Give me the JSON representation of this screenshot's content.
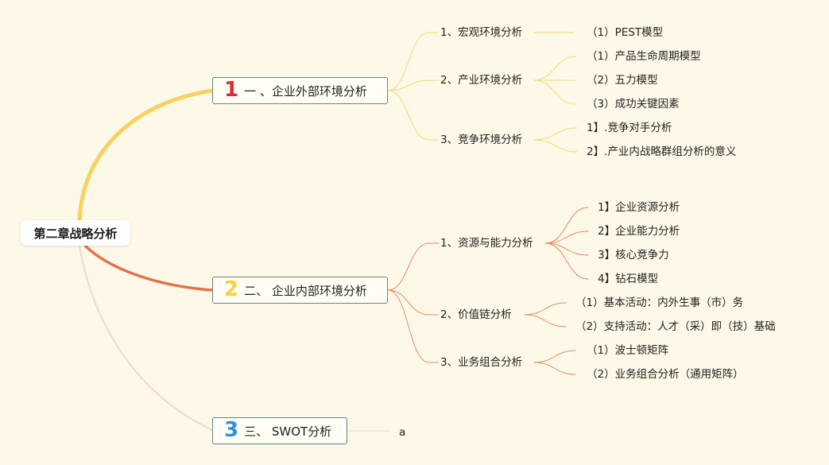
{
  "root": {
    "label": "第二章战略分析"
  },
  "colors": {
    "branch1": "#f7d25e",
    "branch2": "#e2734a",
    "branch3": "#f5d6cf",
    "num1": "#e0283b",
    "num2": "#f5d23c",
    "num3": "#2f8fe0",
    "node_border": "#5f8a7f",
    "background": "#fdf8e7"
  },
  "branches": [
    {
      "number": "1",
      "label": "一 、企业外部环境分析",
      "children": [
        {
          "label": "1、宏观环境分析",
          "children": [
            {
              "label": "（1）PEST模型"
            }
          ]
        },
        {
          "label": "2、产业环境分析",
          "children": [
            {
              "label": "（1）产品生命周期模型"
            },
            {
              "label": "（2）五力模型"
            },
            {
              "label": "（3）成功关键因素"
            }
          ]
        },
        {
          "label": "3、竞争环境分析",
          "children": [
            {
              "label": "1】.竞争对手分析"
            },
            {
              "label": "2】.产业内战略群组分析的意义"
            }
          ]
        }
      ]
    },
    {
      "number": "2",
      "label": "二、 企业内部环境分析",
      "children": [
        {
          "label": "1、资源与能力分析",
          "children": [
            {
              "label": "1】企业资源分析"
            },
            {
              "label": "2】企业能力分析"
            },
            {
              "label": "3】核心竞争力"
            },
            {
              "label": "4】钻石模型"
            }
          ]
        },
        {
          "label": "2、价值链分析",
          "children": [
            {
              "label": "（1）基本活动：内外生事（市）务"
            },
            {
              "label": "（2）支持活动：人才（采）即（技）基础"
            }
          ]
        },
        {
          "label": "3、业务组合分析",
          "children": [
            {
              "label": "（1）波士顿矩阵"
            },
            {
              "label": "（2）业务组合分析（通用矩阵）"
            }
          ]
        }
      ]
    },
    {
      "number": "3",
      "label": "三、 SWOT分析",
      "children": [
        {
          "label": "a",
          "children": []
        }
      ]
    }
  ]
}
